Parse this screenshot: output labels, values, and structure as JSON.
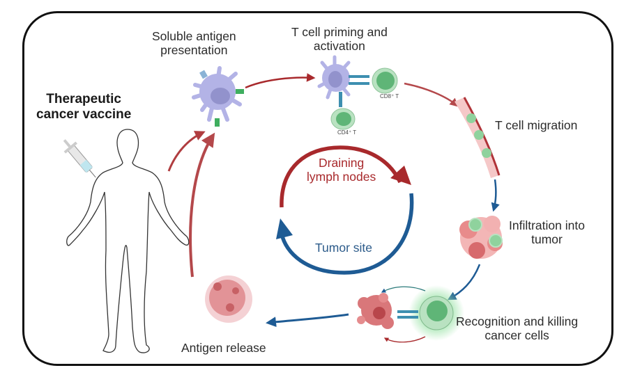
{
  "title": [
    "Therapeutic",
    "cancer vaccine"
  ],
  "steps": {
    "soluble": [
      "Soluble antigen",
      "presentation"
    ],
    "priming": [
      "T cell priming and",
      "activation"
    ],
    "migration": "T cell migration",
    "infiltration": [
      "Infiltration into",
      "tumor"
    ],
    "recognition": [
      "Recognition and killing",
      "cancer cells"
    ],
    "release": "Antigen release"
  },
  "cells": {
    "cd8": "CD8⁺ T",
    "cd4": "CD4⁺ T"
  },
  "cycle": {
    "lymph": [
      "Draining",
      "lymph nodes"
    ],
    "tumor": "Tumor site"
  },
  "colors": {
    "red_arrow": "#a8292c",
    "blue_arrow": "#1e5b94",
    "dc": "#b3b3e6",
    "tcell": "#8fcf9f",
    "tumor": "#d9777a"
  }
}
